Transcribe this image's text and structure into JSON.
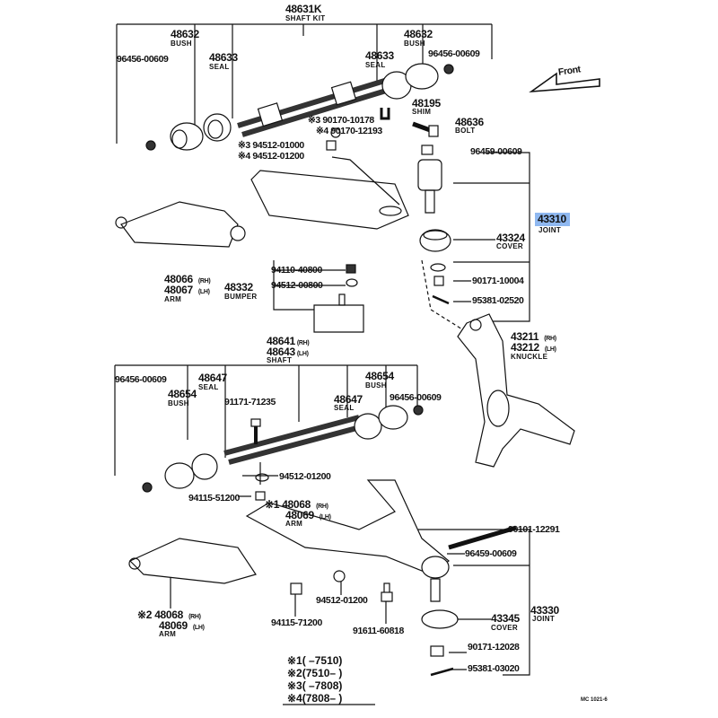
{
  "direction_label": "Front",
  "drawing_code": "MC 1021-6",
  "highlight_color": "#8fb8f0",
  "upper": {
    "shaft_kit": {
      "part": "48631K",
      "name": "SHAFT KIT"
    },
    "bush_left": {
      "part": "48632",
      "name": "BUSH"
    },
    "seal_left": {
      "part": "48633",
      "name": "SEAL"
    },
    "fitting_left": "96456-00609",
    "seal_right": {
      "part": "48633",
      "name": "SEAL"
    },
    "bush_right": {
      "part": "48632",
      "name": "BUSH"
    },
    "fitting_right": "96456-00609",
    "shim": {
      "part": "48195",
      "name": "SHIM"
    },
    "nut_3": "※3 90170-10178",
    "nut_4": "※4 90170-12193",
    "bolt": {
      "part": "48636",
      "name": "BOLT"
    },
    "washer_3": "※3 94512-01000",
    "washer_4": "※4 94512-01200",
    "joint_fitting": "96459-00609",
    "joint": {
      "part": "43310",
      "name": "JOINT"
    },
    "cover": {
      "part": "43324",
      "name": "COVER"
    },
    "nut": "90171-10004",
    "pin": "95381-02520",
    "knuckle": {
      "rh": "43211",
      "lh": "43212",
      "rh_tag": "(RH)",
      "lh_tag": "(LH)",
      "name": "KNUCKLE"
    },
    "arm": {
      "rh": "48066",
      "lh": "48067",
      "rh_tag": "(RH)",
      "lh_tag": "(LH)",
      "name": "ARM"
    },
    "bumper": {
      "part": "48332",
      "name": "BUMPER",
      "nut": "94110-40800",
      "washer": "94512-00800"
    }
  },
  "lower": {
    "shaft": {
      "rh": "48641",
      "lh": "48643",
      "rh_tag": "(RH)",
      "lh_tag": "(LH)",
      "name": "SHAFT"
    },
    "fitting_left": "96456-00609",
    "seal_left": {
      "part": "48647",
      "name": "SEAL"
    },
    "bush_left": {
      "part": "48654",
      "name": "BUSH"
    },
    "bolt": "91171-71235",
    "seal_right": {
      "part": "48647",
      "name": "SEAL"
    },
    "bush_right": {
      "part": "48654",
      "name": "BUSH"
    },
    "fitting_right": "96456-00609",
    "washer": "94512-01200",
    "nut": "94115-51200",
    "arm_1": {
      "mark": "※1",
      "rh": "48068",
      "lh": "48069",
      "rh_tag": "(RH)",
      "lh_tag": "(LH)",
      "name": "ARM"
    },
    "arm_bolt": "90101-12291",
    "joint_fitting": "96459-00609",
    "arm_2": {
      "mark": "※2",
      "rh": "48068",
      "lh": "48069",
      "rh_tag": "(RH)",
      "lh_tag": "(LH)",
      "name": "ARM"
    },
    "washer_2": "94512-01200",
    "nut_2": "94115-71200",
    "bolt_2": "91611-60818",
    "joint": {
      "part": "43330",
      "name": "JOINT"
    },
    "cover": {
      "part": "43345",
      "name": "COVER"
    },
    "joint_nut": "90171-12028",
    "pin": "95381-03020"
  },
  "footnotes": [
    "※1(        –7510)",
    "※2(7510–        )",
    "※3(        –7808)",
    "※4(7808–        )"
  ]
}
